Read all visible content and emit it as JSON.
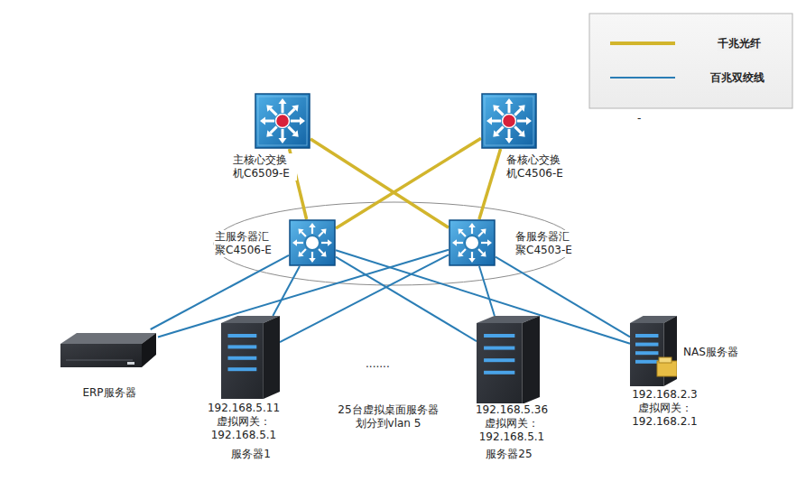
{
  "diagram": {
    "nodes": [
      {
        "text": [
          "主核心交换 机C6509-E"
        ]
      },
      {
        "text": [
          "备核心交换 机C4506-E"
        ]
      },
      {
        "text": [
          "主服务器汇 聚C4506-E"
        ]
      },
      {
        "text": [
          "备服务器汇 聚C4503-E"
        ]
      },
      {
        "text": [
          "ERP服务器"
        ]
      },
      {
        "text": [
          "192.168.5.11 虚拟网关： 192.168.5.1",
          "服务器1"
        ]
      },
      {
        "text": [
          "192.168.5.36 虚拟网关： 192.168.5.1",
          "服务器25"
        ]
      },
      {
        "text": [
          "NAS服务器",
          "192.168.2.3 虚拟网关： 192.168.2.1"
        ]
      }
    ],
    "edges": [
      {
        "from": 0,
        "to": 2,
        "arrow": "none"
      },
      {
        "from": 0,
        "to": 3,
        "arrow": "none"
      },
      {
        "from": 1,
        "to": 2,
        "arrow": "none"
      },
      {
        "from": 1,
        "to": 3,
        "arrow": "none"
      },
      {
        "from": 2,
        "to": 4,
        "arrow": "none"
      },
      {
        "from": 2,
        "to": 5,
        "arrow": "none"
      },
      {
        "from": 2,
        "to": 6,
        "arrow": "none"
      },
      {
        "from": 2,
        "to": 7,
        "arrow": "none"
      },
      {
        "from": 3,
        "to": 4,
        "arrow": "none"
      },
      {
        "from": 3,
        "to": 5,
        "arrow": "none"
      },
      {
        "from": 3,
        "to": 6,
        "arrow": "none"
      },
      {
        "from": 3,
        "to": 7,
        "arrow": "none"
      }
    ],
    "labels": [
      "·······",
      "25台虚拟桌面服务器 划分到vlan 5",
      "-"
    ],
    "legend": [
      {
        "text": "千兆光纤",
        "color": "#d2b52c"
      },
      {
        "text": "百兆双绞线",
        "color": "#2a7db5"
      }
    ]
  }
}
